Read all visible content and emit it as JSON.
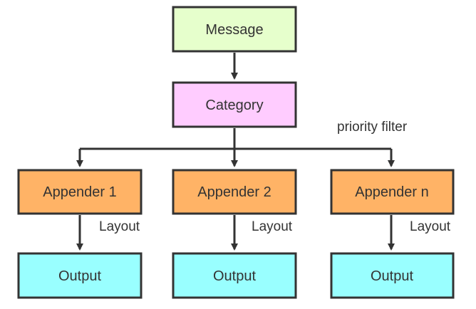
{
  "nodes": {
    "message": {
      "label": "Message",
      "fill": "#e6ffcc"
    },
    "category": {
      "label": "Category",
      "fill": "#ffccff"
    },
    "appender_1": {
      "label": "Appender 1",
      "fill": "#ffb366"
    },
    "appender_2": {
      "label": "Appender 2",
      "fill": "#ffb366"
    },
    "appender_n": {
      "label": "Appender n",
      "fill": "#ffb366"
    },
    "output_1": {
      "label": "Output",
      "fill": "#99ffff"
    },
    "output_2": {
      "label": "Output",
      "fill": "#99ffff"
    },
    "output_3": {
      "label": "Output",
      "fill": "#99ffff"
    }
  },
  "edge_labels": {
    "priority_filter": "priority filter",
    "layout_1": "Layout",
    "layout_2": "Layout",
    "layout_3": "Layout"
  },
  "style": {
    "stroke": "#333333",
    "text": "#333333"
  }
}
